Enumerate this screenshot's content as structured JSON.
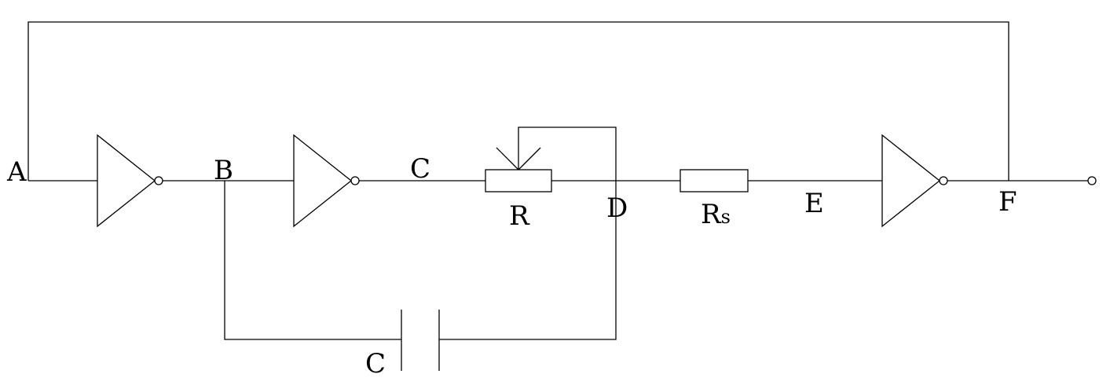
{
  "nodes": {
    "a": "A",
    "b": "B",
    "c": "C",
    "d": "D",
    "e": "E",
    "f": "F"
  },
  "components": {
    "variable_resistor": "R",
    "series_resistor": {
      "main": "R",
      "sub": "s"
    },
    "capacitor": "C"
  },
  "colors": {
    "line": "#000000",
    "background": "#ffffff"
  }
}
